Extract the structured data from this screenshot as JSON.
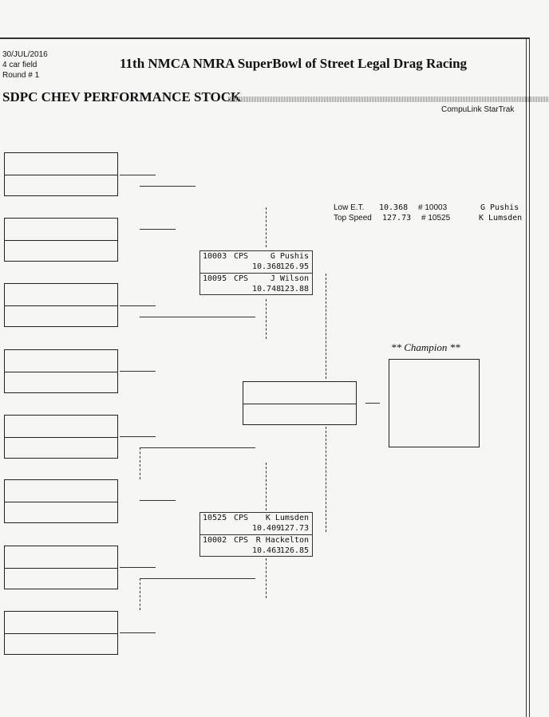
{
  "header": {
    "date": "30/JUL/2016",
    "field": "4 car field",
    "round": "Round # 1",
    "title": "11th NMCA NMRA SuperBowl of Street Legal Drag Racing",
    "class": "SDPC CHEV PERFORMANCE STOCK",
    "system": "CompuLink StarTrak"
  },
  "records": {
    "low_et_label": "Low  E.T.",
    "low_et": "10.368",
    "low_et_car": "# 10003",
    "low_et_driver": "G Pushis",
    "top_speed_label": "Top Speed",
    "top_speed": "127.73",
    "top_speed_car": "# 10525",
    "top_speed_driver": "K Lumsden"
  },
  "matchups": [
    {
      "entries": [
        {
          "car": "10003",
          "cls": "CPS",
          "driver": "G Pushis",
          "et": "10.368",
          "mph": "126.95"
        },
        {
          "car": "10095",
          "cls": "CPS",
          "driver": "J Wilson",
          "et": "10.748",
          "mph": "123.88"
        }
      ]
    },
    {
      "entries": [
        {
          "car": "10525",
          "cls": "CPS",
          "driver": "K Lumsden",
          "et": "10.409",
          "mph": "127.73"
        },
        {
          "car": "10002",
          "cls": "CPS",
          "driver": "R Hackelton",
          "et": "10.463",
          "mph": "126.85"
        }
      ]
    }
  ],
  "champion_label": "** Champion **"
}
